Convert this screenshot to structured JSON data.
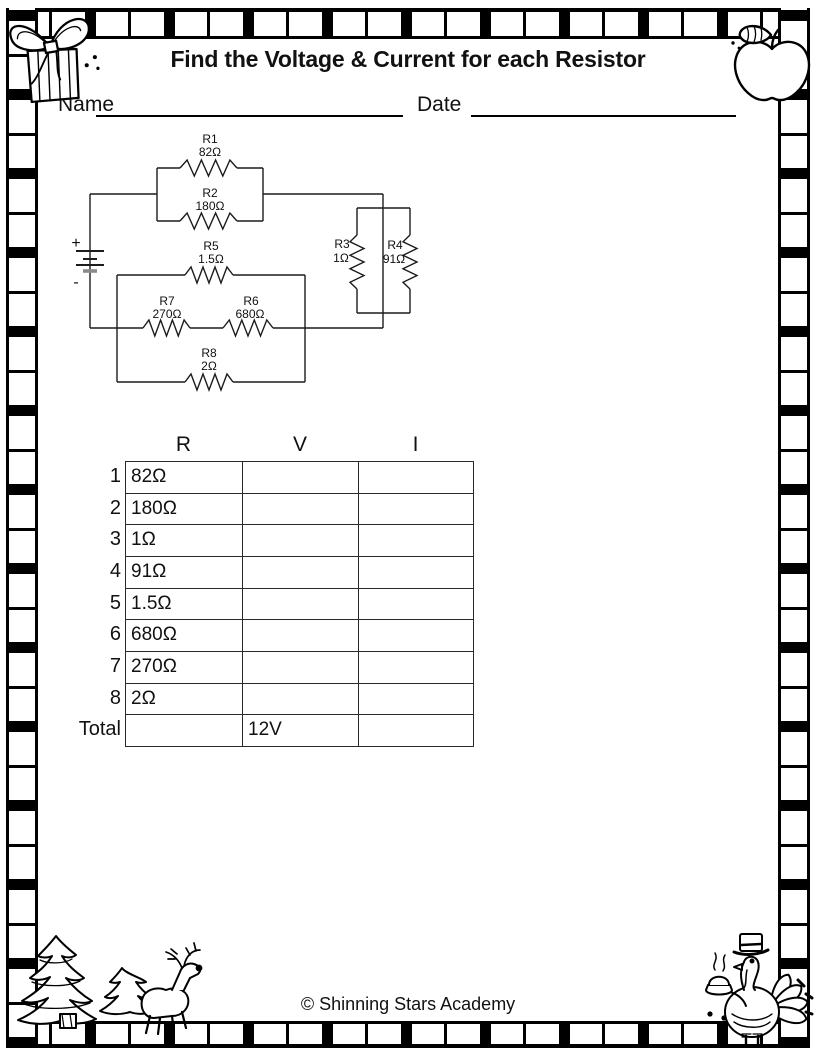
{
  "page": {
    "title": "Find the Voltage & Current for each Resistor",
    "name_label": "Name",
    "date_label": "Date",
    "footer": "© Shinning Stars Academy"
  },
  "circuit": {
    "battery": {
      "positive": "+",
      "negative": "-"
    },
    "resistors": [
      {
        "id": "R1",
        "value": "82Ω"
      },
      {
        "id": "R2",
        "value": "180Ω"
      },
      {
        "id": "R3",
        "value": "1Ω"
      },
      {
        "id": "R4",
        "value": "91Ω"
      },
      {
        "id": "R5",
        "value": "1.5Ω"
      },
      {
        "id": "R6",
        "value": "680Ω"
      },
      {
        "id": "R7",
        "value": "270Ω"
      },
      {
        "id": "R8",
        "value": "2Ω"
      }
    ]
  },
  "table": {
    "headers": [
      "R",
      "V",
      "I"
    ],
    "rows": [
      {
        "label": "1",
        "r": "82Ω",
        "v": "",
        "i": ""
      },
      {
        "label": "2",
        "r": "180Ω",
        "v": "",
        "i": ""
      },
      {
        "label": "3",
        "r": "1Ω",
        "v": "",
        "i": ""
      },
      {
        "label": "4",
        "r": "91Ω",
        "v": "",
        "i": ""
      },
      {
        "label": "5",
        "r": "1.5Ω",
        "v": "",
        "i": ""
      },
      {
        "label": "6",
        "r": "680Ω",
        "v": "",
        "i": ""
      },
      {
        "label": "7",
        "r": "270Ω",
        "v": "",
        "i": ""
      },
      {
        "label": "8",
        "r": "2Ω",
        "v": "",
        "i": ""
      },
      {
        "label": "Total",
        "r": "",
        "v": "12V",
        "i": ""
      }
    ]
  }
}
